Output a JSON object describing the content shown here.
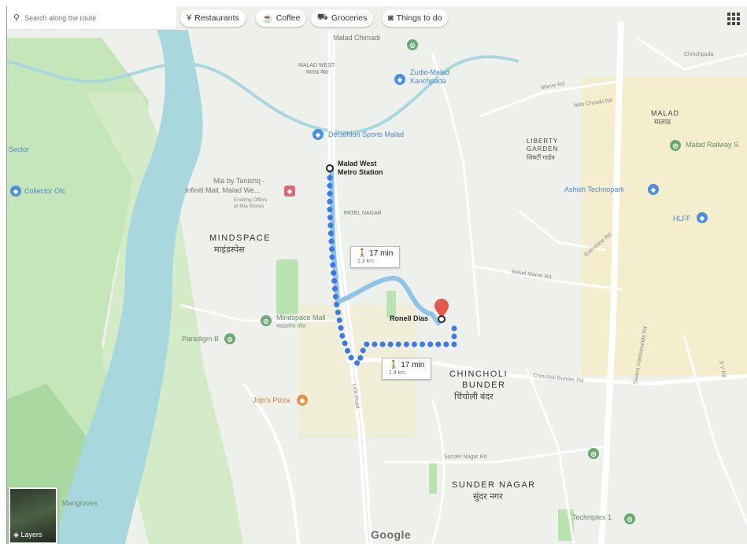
{
  "search": {
    "placeholder": "Search along the route"
  },
  "chips": [
    {
      "icon": "restaurant-icon",
      "glyph": "¥",
      "label": "Restaurants"
    },
    {
      "icon": "coffee-icon",
      "glyph": "☕",
      "label": "Coffee"
    },
    {
      "icon": "cart-icon",
      "glyph": "⛟",
      "label": "Groceries"
    },
    {
      "icon": "camera-icon",
      "glyph": "◙",
      "label": "Things to do"
    }
  ],
  "areas": {
    "mindspace_en": "MINDSPACE",
    "mindspace_hi": "माइंडस्पेस",
    "chincholi_en_1": "CHINCHOLI",
    "chincholi_en_2": "BUNDER",
    "chincholi_hi": "चिंचोली बंदर",
    "sunder_en": "SUNDER NAGAR",
    "sunder_hi": "सुंदर नगर",
    "malad_en": "MALAD",
    "malad_hi": "मालाड",
    "liberty_1": "LIBERTY",
    "liberty_2": "GARDEN",
    "liberty_hi": "लिबर्टी गार्डन",
    "malad_west_1": "MALAD WEST",
    "malad_west_hi": "मालाड वेस्ट",
    "patel_nagar": "PATEL NAGAR"
  },
  "places": {
    "metro_1": "Malad West",
    "metro_2": "Metro Station",
    "ronell": "Ronell Dias",
    "malad_chimadi": "Malad Chimadi",
    "zudio": "Zudio-Malad",
    "zudio_2": "Kanchpada",
    "sports": "Decathlon Sports Malad",
    "mia_1": "Mia by Tanishq -",
    "mia_2": "Infiniti Mall, Malad We...",
    "mia_3": "Exciting Offers",
    "mia_4": "at Mia Stores",
    "mindspace_mall_1": "Mindspace Mall",
    "mindspace_mall_2": "माइंडस्पेस मॉल",
    "paradigm": "Paradigm B",
    "jojos": "Jojo's Pizza",
    "malad_station": "Malad Railway S",
    "ashish": "Ashish Technopark",
    "hlff": "HLFF",
    "techniplex": "Techniplex 1",
    "mangroves": "Mangroves",
    "collector": "Collector Ofc",
    "sector": "Sector",
    "chinchpada": "Chinchpada"
  },
  "roads": {
    "link": "Link Road",
    "marve": "Marve Rd",
    "swami": "Swami Vivekananda Rd",
    "sunder": "Sunder Nagar Rd",
    "chincholi": "Chincholi Bunder Rd",
    "malad_marve": "Malad Marve Rd",
    "mith": "Mith Chowki Rd",
    "evershine": "Evershine Rd",
    "sv": "S V Rd"
  },
  "routes": [
    {
      "time": "17 min",
      "distance": "1.3 km"
    },
    {
      "time": "17 min",
      "distance": "1.4 km"
    }
  ],
  "layers": {
    "label": "Layers"
  },
  "attribution": "Google",
  "colors": {
    "water": "#a8d8de",
    "park": "#b9e3b0",
    "route_blue": "#3b7be6",
    "route_alt": "#8dc4e8",
    "urban": "#f6edc0",
    "destination": "#e25a4a"
  }
}
